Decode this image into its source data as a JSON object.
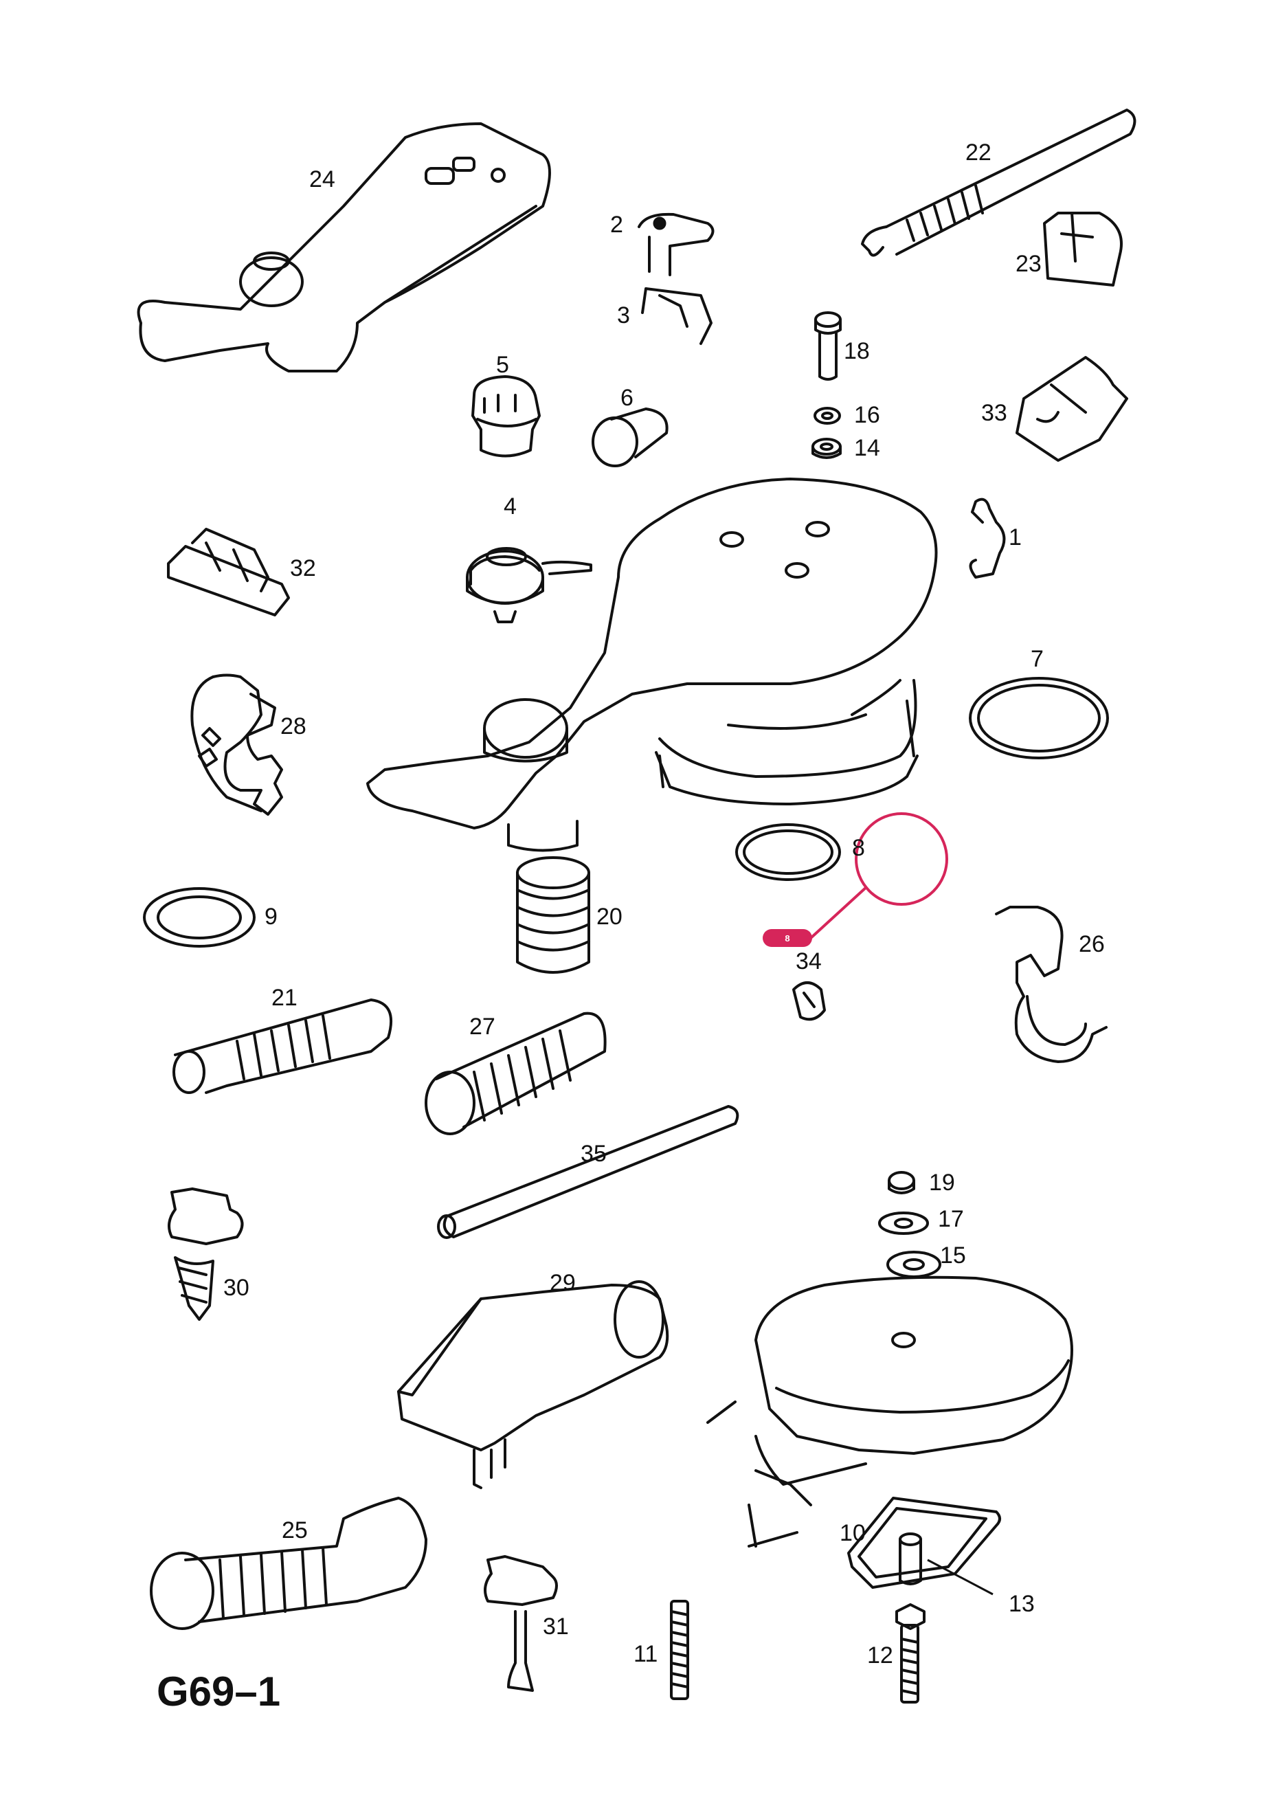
{
  "figure_id": "G69–1",
  "callouts": [
    "1",
    "2",
    "3",
    "4",
    "5",
    "6",
    "7",
    "8",
    "9",
    "10",
    "11",
    "12",
    "13",
    "14",
    "15",
    "16",
    "17",
    "18",
    "19",
    "20",
    "21",
    "22",
    "23",
    "24",
    "25",
    "26",
    "27",
    "28",
    "29",
    "30",
    "31",
    "32",
    "33",
    "34",
    "35"
  ],
  "highlight": {
    "label": "8",
    "tag_text": "8",
    "color": "#d6255a"
  }
}
